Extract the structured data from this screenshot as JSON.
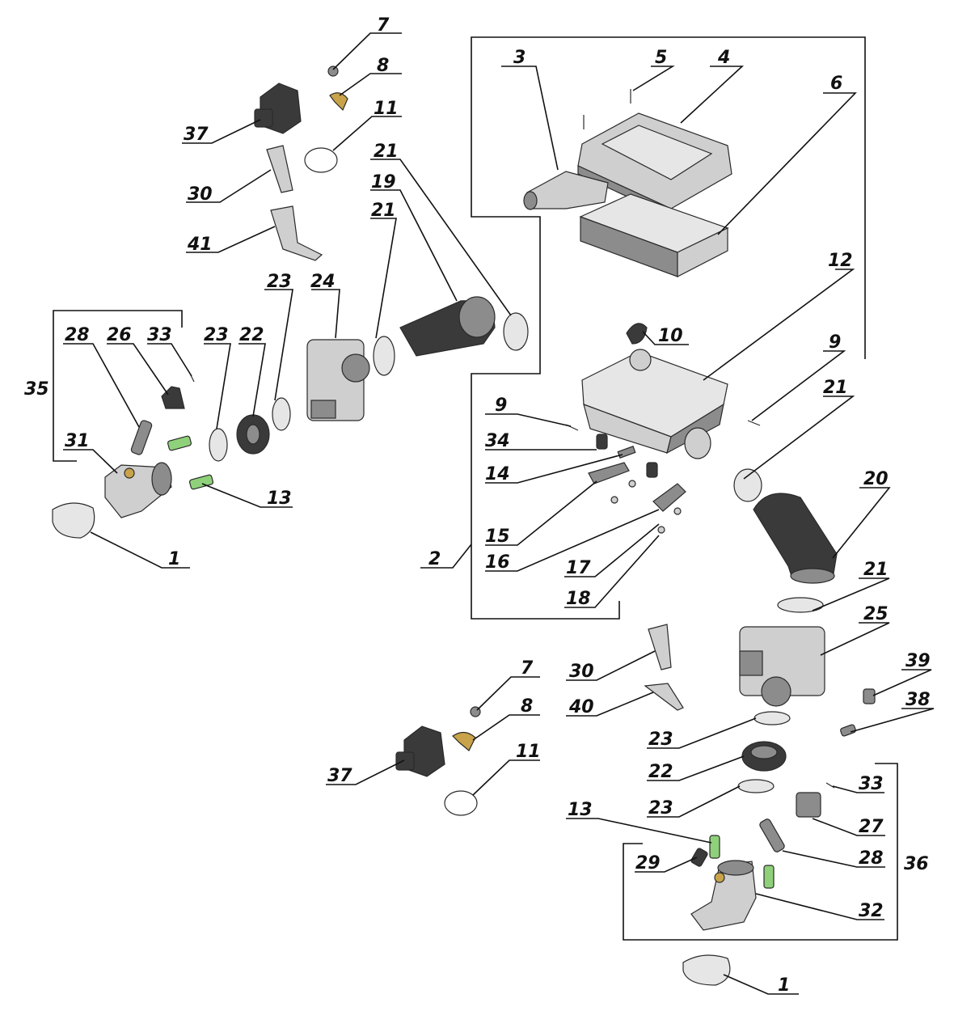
{
  "labels": {
    "l1a": "1",
    "l1b": "1",
    "l2": "2",
    "l3": "3",
    "l4": "4",
    "l5": "5",
    "l6": "6",
    "l7a": "7",
    "l7b": "7",
    "l8a": "8",
    "l8b": "8",
    "l9a": "9",
    "l9b": "9",
    "l10": "10",
    "l11a": "11",
    "l11b": "11",
    "l12": "12",
    "l13a": "13",
    "l13b": "13",
    "l14": "14",
    "l15": "15",
    "l16": "16",
    "l17": "17",
    "l18": "18",
    "l19": "19",
    "l20": "20",
    "l21a": "21",
    "l21b": "21",
    "l21c": "21",
    "l21d": "21",
    "l22a": "22",
    "l22b": "22",
    "l23a": "23",
    "l23b": "23",
    "l23c": "23",
    "l23d": "23",
    "l24": "24",
    "l25": "25",
    "l26": "26",
    "l27": "27",
    "l28a": "28",
    "l28b": "28",
    "l29": "29",
    "l30a": "30",
    "l30b": "30",
    "l31": "31",
    "l32": "32",
    "l33a": "33",
    "l33b": "33",
    "l34": "34",
    "l35": "35",
    "l36": "36",
    "l37a": "37",
    "l37b": "37",
    "l38": "38",
    "l39": "39",
    "l40": "40",
    "l41": "41"
  }
}
